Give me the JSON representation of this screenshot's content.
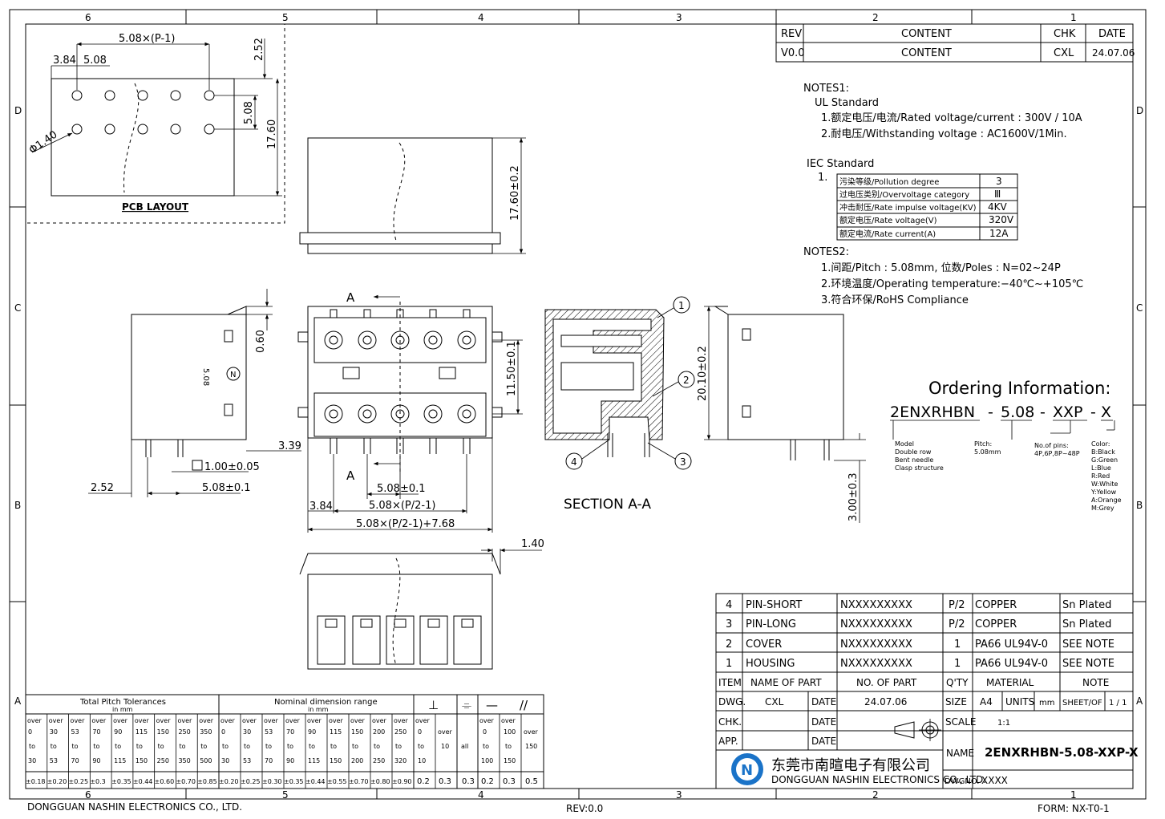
{
  "border": {
    "col_top": [
      "6",
      "5",
      "4",
      "3",
      "2",
      "1"
    ],
    "col_bottom": [
      "6",
      "5",
      "4",
      "3",
      "2",
      "1"
    ],
    "row_left": [
      "D",
      "C",
      "B",
      "A"
    ],
    "row_right": [
      "D",
      "C",
      "B",
      "A"
    ]
  },
  "revision": {
    "headers": [
      "REV",
      "CONTENT",
      "CHK",
      "DATE"
    ],
    "row": [
      "V0.0",
      "CONTENT",
      "CXL",
      "24.07.06"
    ]
  },
  "notes1": {
    "title": "NOTES1:",
    "ul_title": "UL Standard",
    "ul_lines": [
      "1.额定电压/电流/Rated voltage/current : 300V / 10A",
      "2.耐电压/Withstanding voltage : AC1600V/1Min."
    ],
    "iec_title": "IEC Standard",
    "iec_index": "1.",
    "iec_table": [
      {
        "label": "污染等级/Pollution degree",
        "value": "3"
      },
      {
        "label": "过电压类别/Overvoltage category",
        "value": "Ⅲ"
      },
      {
        "label": "冲击耐压/Rate impulse voltage(KV)",
        "value": "4KV"
      },
      {
        "label": "额定电压/Rate voltage(V)",
        "value": "320V"
      },
      {
        "label": "额定电流/Rate current(A)",
        "value": "12A"
      }
    ]
  },
  "notes2": {
    "title": "NOTES2:",
    "lines": [
      "1.间距/Pitch : 5.08mm, 位数/Poles : N=02~24P",
      "2.环境温度/Operating temperature:−40℃~+105℃",
      "3.符合环保/RoHS Compliance"
    ]
  },
  "ordering": {
    "title": "Ordering Information:",
    "code_parts": [
      "2ENXRHBN",
      "-",
      "5.08",
      "-",
      "XXP",
      "-",
      "X"
    ],
    "model_desc": [
      "Model",
      "Double row",
      "Bent needle",
      "Clasp structure"
    ],
    "pitch_desc": [
      "Pitch:",
      "5.08mm"
    ],
    "pins_desc": [
      "No.of pins:",
      "4P,6P,8P~48P"
    ],
    "color_desc": [
      "Color:",
      "B:Black",
      "G:Green",
      "L:Blue",
      "R:Red",
      "W:White",
      "Y:Yellow",
      "A:Orange",
      "M:Grey"
    ]
  },
  "dimensions": {
    "pcb_top": "5.08×(P-1)",
    "pcb_384": "3.84",
    "pcb_508": "5.08",
    "pcb_252": "2.52",
    "pcb_508v": "5.08",
    "pcb_1760": "17.60",
    "pcb_hole": "Φ1.40",
    "pcb_label": "PCB LAYOUT",
    "front_h": "17.60±0.2",
    "side_060": "0.60",
    "side_339": "3.39",
    "side_252": "2.52",
    "side_100": "1.00±0.05",
    "side_508": "5.08±0.1",
    "side_mark": "5.08",
    "top_A1": "A",
    "top_A2": "A",
    "top_1150": "11.50±0.1",
    "top_508": "5.08±0.1",
    "top_384": "3.84",
    "top_p2": "5.08×(P/2-1)",
    "top_p2b": "5.08×(P/2-1)+7.68",
    "bottom_140": "1.40",
    "right_2010": "20.10±0.2",
    "right_300": "3.00±0.3",
    "section_label": "SECTION A-A",
    "balloons": [
      "1",
      "2",
      "3",
      "4"
    ]
  },
  "bom": {
    "rows": [
      [
        "4",
        "PIN-SHORT",
        "NXXXXXXXXX",
        "P/2",
        "COPPER",
        "Sn Plated"
      ],
      [
        "3",
        "PIN-LONG",
        "NXXXXXXXXX",
        "P/2",
        "COPPER",
        "Sn Plated"
      ],
      [
        "2",
        "COVER",
        "NXXXXXXXXX",
        "1",
        "PA66 UL94V-0",
        "SEE NOTE"
      ],
      [
        "1",
        "HOUSING",
        "NXXXXXXXXX",
        "1",
        "PA66 UL94V-0",
        "SEE NOTE"
      ]
    ],
    "header": [
      "ITEM",
      "NAME OF PART",
      "NO. OF PART",
      "Q'TY",
      "MATERIAL",
      "NOTE"
    ]
  },
  "titleblock": {
    "dwg_label": "DWG.",
    "dwg_val": "CXL",
    "date_label": "DATE",
    "date_val": "24.07.06",
    "size_label": "SIZE",
    "size_val": "A4",
    "units_label": "UNITS",
    "units_val": "mm",
    "sheet_label": "SHEET/OF",
    "sheet_val": "1 / 1",
    "chk_label": "CHK.",
    "chk_date": "DATE",
    "scale_label": "SCALE",
    "scale_val": "1:1",
    "app_label": "APP.",
    "app_date": "DATE",
    "company_cn": "东莞市南暄电子有限公司",
    "company_en": "DONGGUAN NASHIN ELECTRONICS CO., LTD.",
    "name_label": "NAME",
    "name_val": "2ENXRHBN-5.08-XXP-X",
    "dwgno_label": "DWGNO.",
    "dwgno_val": "XXXX",
    "logo_text": "N"
  },
  "tolerance": {
    "pitch_title": "Total Pitch Tolerances",
    "pitch_unit": "in mm",
    "nom_title": "Nominal dimension range",
    "nom_unit": "in mm",
    "symbols": [
      "⊥",
      "⌯",
      "—",
      "//"
    ],
    "pitch_from": [
      "0",
      "30",
      "53",
      "70",
      "90",
      "115",
      "150",
      "250",
      "350"
    ],
    "pitch_to": [
      "30",
      "53",
      "70",
      "90",
      "115",
      "150",
      "250",
      "350",
      "500"
    ],
    "pitch_tol": [
      "±0.18",
      "±0.20",
      "±0.25",
      "±0.3",
      "±0.35",
      "±0.44",
      "±0.60",
      "±0.70",
      "±0.85"
    ],
    "nom_from": [
      "0",
      "30",
      "53",
      "70",
      "90",
      "115",
      "150",
      "200",
      "250"
    ],
    "nom_to": [
      "30",
      "53",
      "70",
      "90",
      "115",
      "150",
      "200",
      "250",
      "320"
    ],
    "nom_tol": [
      "±0.20",
      "±0.25",
      "±0.30",
      "±0.35",
      "±0.44",
      "±0.55",
      "±0.70",
      "±0.80",
      "±0.90"
    ],
    "perp": {
      "from": [
        "0",
        "over"
      ],
      "to": [
        "10",
        "10"
      ],
      "tol": [
        "0.2",
        "0.3"
      ]
    },
    "sym": {
      "range": "all",
      "tol": "0.3"
    },
    "flat": {
      "from": [
        "0",
        "100",
        "over"
      ],
      "to": [
        "100",
        "150",
        "150"
      ],
      "tol": [
        "0.2",
        "0.3",
        "0.5"
      ]
    },
    "over": "over",
    "to": "to"
  },
  "footer": {
    "left": "DONGGUAN NASHIN ELECTRONICS CO., LTD.",
    "mid": "REV:0.0",
    "right": "FORM: NX-T0-1"
  }
}
